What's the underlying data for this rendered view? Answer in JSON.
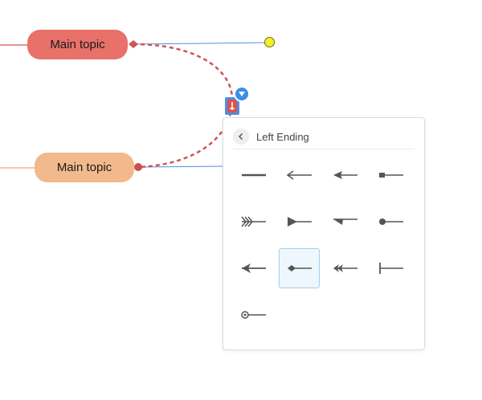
{
  "colors": {
    "topic1": "#e8716a",
    "topic2": "#f2b98c",
    "connector": "#d05454",
    "line": "#4a90e2",
    "selected_bg": "#eef7fd",
    "selected_border": "#9fd0ef"
  },
  "topics": [
    {
      "label": "Main topic"
    },
    {
      "label": "Main topic"
    }
  ],
  "panel": {
    "title": "Left Ending",
    "back_icon": "chevron-left-icon",
    "selected_index": 9,
    "options": [
      {
        "name": "none",
        "icon": "line-none-icon"
      },
      {
        "name": "thin-arrow",
        "icon": "thin-arrow-icon"
      },
      {
        "name": "solid-arrow",
        "icon": "solid-arrow-icon"
      },
      {
        "name": "square",
        "icon": "square-end-icon"
      },
      {
        "name": "feather",
        "icon": "feather-end-icon"
      },
      {
        "name": "triangle",
        "icon": "triangle-end-icon"
      },
      {
        "name": "half-arrow",
        "icon": "half-arrow-icon"
      },
      {
        "name": "dot",
        "icon": "dot-end-icon"
      },
      {
        "name": "open-arrow",
        "icon": "open-arrow-icon"
      },
      {
        "name": "diamond",
        "icon": "diamond-end-icon"
      },
      {
        "name": "swallow-arrow",
        "icon": "swallow-arrow-icon"
      },
      {
        "name": "bar",
        "icon": "bar-end-icon"
      },
      {
        "name": "ring",
        "icon": "ring-end-icon"
      }
    ]
  }
}
